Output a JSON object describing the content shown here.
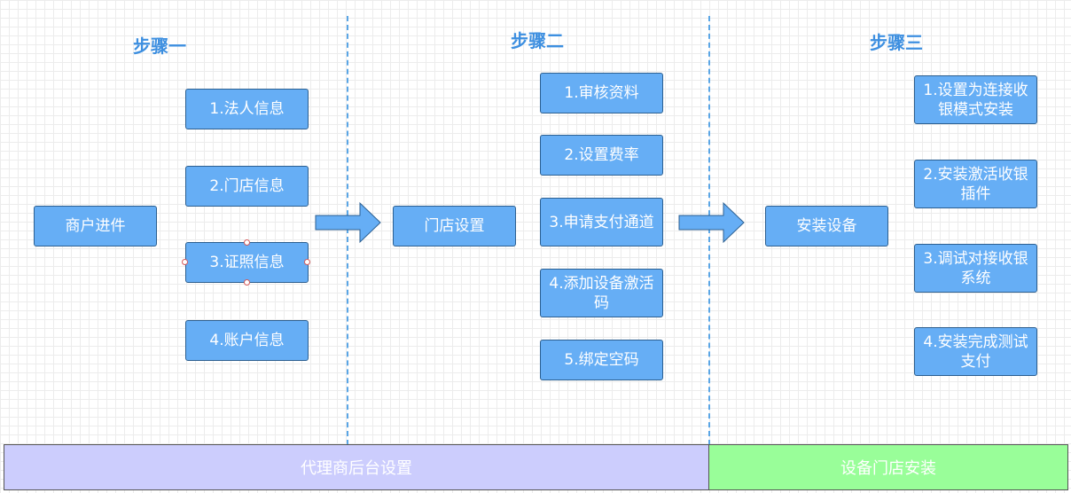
{
  "steps": {
    "one": {
      "title": "步骤一",
      "main": "商户进件",
      "items": [
        "1.法人信息",
        "2.门店信息",
        "3.证照信息",
        "4.账户信息"
      ]
    },
    "two": {
      "title": "步骤二",
      "main": "门店设置",
      "items": [
        "1.审核资料",
        "2.设置费率",
        "3.申请支付通道",
        "4.添加设备激活码",
        "5.绑定空码"
      ]
    },
    "three": {
      "title": "步骤三",
      "main": "安装设备",
      "items": [
        "1.设置为连接收银模式安装",
        "2.安装激活收银插件",
        "3.调试对接收银系统",
        "4.安装完成测试支付"
      ]
    }
  },
  "bands": {
    "agent": "代理商后台设置",
    "install": "设备门店安装"
  },
  "colors": {
    "box_fill": "#66aef5",
    "box_border": "#2c5f90",
    "title": "#3d8fe0",
    "divider": "#5aa6e6",
    "band_agent": "#cccdfd",
    "band_install": "#99fe99"
  }
}
